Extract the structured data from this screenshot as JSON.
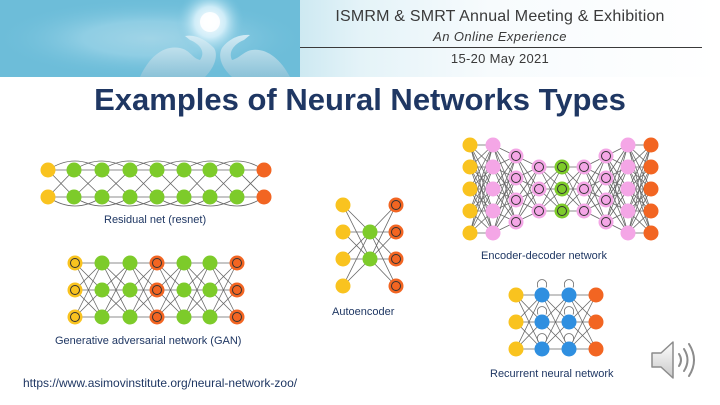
{
  "banner": {
    "line1": "ISMRM & SMRT Annual Meeting & Exhibition",
    "line2": "An Online Experience",
    "line3": "15-20 May 2021"
  },
  "title": "Examples of Neural Networks Types",
  "captions": {
    "resnet": "Residual net (resnet)",
    "gan": "Generative adversarial network (GAN)",
    "autoencoder": "Autoencoder",
    "encoder_decoder": "Encoder-decoder network",
    "recurrent": "Recurrent neural network"
  },
  "source_url": "https://www.asimovinstitute.org/neural-network-zoo/",
  "colors": {
    "input": "#f9c31f",
    "hidden": "#7dcb2a",
    "output": "#f26522",
    "encoder": "#f4a6e6",
    "recurrent": "#2f8fe0",
    "title": "#1f3763"
  },
  "icons": [
    "speaker-icon"
  ]
}
